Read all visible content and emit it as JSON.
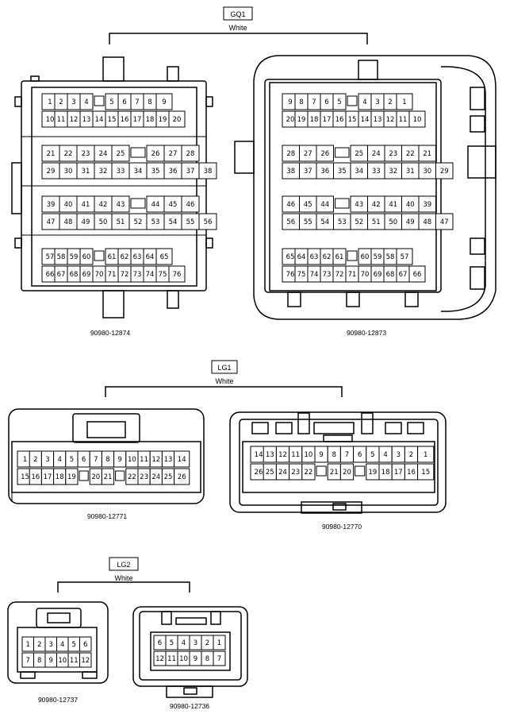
{
  "groups": [
    {
      "id": "GQ1",
      "color": "White"
    },
    {
      "id": "LG1",
      "color": "White"
    },
    {
      "id": "LG2",
      "color": "White"
    }
  ],
  "connectors": [
    {
      "part": "90980-12874",
      "rows": [
        [
          "1",
          "2",
          "3",
          "4",
          "",
          "5",
          "6",
          "7",
          "8",
          "9"
        ],
        [
          "10",
          "11",
          "12",
          "13",
          "14",
          "15",
          "16",
          "17",
          "18",
          "19",
          "20"
        ],
        [
          "21",
          "22",
          "23",
          "24",
          "25",
          "",
          "26",
          "27",
          "28"
        ],
        [
          "29",
          "30",
          "31",
          "32",
          "33",
          "34",
          "35",
          "36",
          "37",
          "38"
        ],
        [
          "39",
          "40",
          "41",
          "42",
          "43",
          "",
          "44",
          "45",
          "46"
        ],
        [
          "47",
          "48",
          "49",
          "50",
          "51",
          "52",
          "53",
          "54",
          "55",
          "56"
        ],
        [
          "57",
          "58",
          "59",
          "60",
          "",
          "61",
          "62",
          "63",
          "64",
          "65"
        ],
        [
          "66",
          "67",
          "68",
          "69",
          "70",
          "71",
          "72",
          "73",
          "74",
          "75",
          "76"
        ]
      ]
    },
    {
      "part": "90980-12873",
      "rows": [
        [
          "9",
          "8",
          "7",
          "6",
          "5",
          "",
          "4",
          "3",
          "2",
          "1"
        ],
        [
          "20",
          "19",
          "18",
          "17",
          "16",
          "15",
          "14",
          "13",
          "12",
          "11",
          "10"
        ],
        [
          "28",
          "27",
          "26",
          "",
          "25",
          "24",
          "23",
          "22",
          "21"
        ],
        [
          "38",
          "37",
          "36",
          "35",
          "34",
          "33",
          "32",
          "31",
          "30",
          "29"
        ],
        [
          "46",
          "45",
          "44",
          "",
          "43",
          "42",
          "41",
          "40",
          "39"
        ],
        [
          "56",
          "55",
          "54",
          "53",
          "52",
          "51",
          "50",
          "49",
          "48",
          "47"
        ],
        [
          "65",
          "64",
          "63",
          "62",
          "61",
          "",
          "60",
          "59",
          "58",
          "57"
        ],
        [
          "76",
          "75",
          "74",
          "73",
          "72",
          "71",
          "70",
          "69",
          "68",
          "67",
          "66"
        ]
      ]
    },
    {
      "part": "90980-12771",
      "rows": [
        [
          "1",
          "2",
          "3",
          "4",
          "5",
          "6",
          "7",
          "8",
          "9",
          "10",
          "11",
          "12",
          "13",
          "14"
        ],
        [
          "15",
          "16",
          "17",
          "18",
          "19",
          "",
          "20",
          "21",
          "",
          "22",
          "23",
          "24",
          "25",
          "26"
        ]
      ]
    },
    {
      "part": "90980-12770",
      "rows": [
        [
          "14",
          "13",
          "12",
          "11",
          "10",
          "9",
          "8",
          "7",
          "6",
          "5",
          "4",
          "3",
          "2",
          "1"
        ],
        [
          "26",
          "25",
          "24",
          "23",
          "22",
          "",
          "21",
          "20",
          "",
          "19",
          "18",
          "17",
          "16",
          "15"
        ]
      ]
    },
    {
      "part": "90980-12737",
      "rows": [
        [
          "1",
          "2",
          "3",
          "4",
          "5",
          "6"
        ],
        [
          "7",
          "8",
          "9",
          "10",
          "11",
          "12"
        ]
      ]
    },
    {
      "part": "90980-12736",
      "rows": [
        [
          "6",
          "5",
          "4",
          "3",
          "2",
          "1"
        ],
        [
          "12",
          "11",
          "10",
          "9",
          "8",
          "7"
        ]
      ]
    }
  ]
}
